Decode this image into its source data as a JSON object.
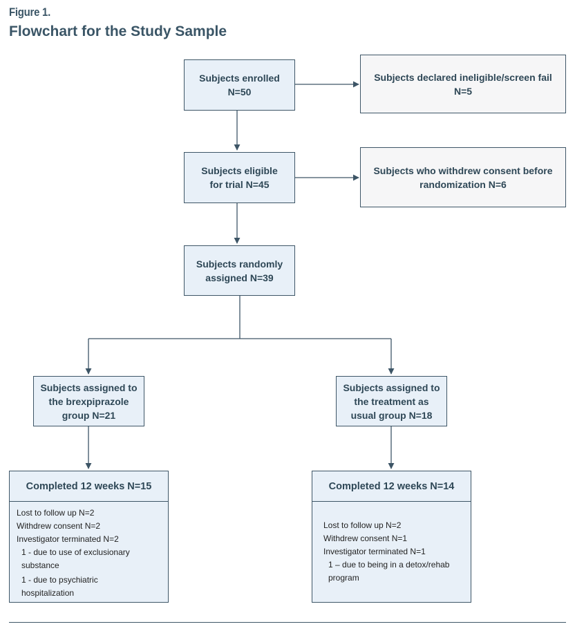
{
  "figure": {
    "label": "Figure 1.",
    "title": "Flowchart for the Study Sample"
  },
  "boxes": {
    "enrolled": {
      "line1": "Subjects enrolled",
      "line2": "N=50"
    },
    "ineligible": {
      "line1": "Subjects declared ineligible/screen fail",
      "line2": "N=5"
    },
    "eligible": {
      "line1": "Subjects eligible",
      "line2": "for trial N=45"
    },
    "withdrew_before": {
      "line1": "Subjects who withdrew consent before",
      "line2": "randomization N=6"
    },
    "randomized": {
      "line1": "Subjects randomly",
      "line2": "assigned N=39"
    },
    "brex_group": {
      "line1": "Subjects assigned to",
      "line2": "the brexpiprazole",
      "line3": "group N=21"
    },
    "tau_group": {
      "line1": "Subjects assigned to",
      "line2": "the treatment as",
      "line3": "usual group N=18"
    }
  },
  "completed": {
    "brex": {
      "header": "Completed 12 weeks N=15",
      "lines": [
        "Lost to follow up N=2",
        "Withdrew consent N=2",
        "Investigator terminated N=2",
        "1 - due to use of exclusionary",
        "substance",
        "1 - due to psychiatric",
        "hospitalization"
      ]
    },
    "tau": {
      "header": "Completed 12 weeks N=14",
      "lines": [
        "Lost to follow up N=2",
        "Withdrew consent N=1",
        "Investigator terminated N=1",
        "1 – due to being in a detox/rehab",
        "program"
      ]
    }
  },
  "colors": {
    "box_fill_blue": "#e8f0f8",
    "box_fill_grey": "#f6f6f7",
    "border": "#3d5566",
    "text": "#2e4756"
  }
}
